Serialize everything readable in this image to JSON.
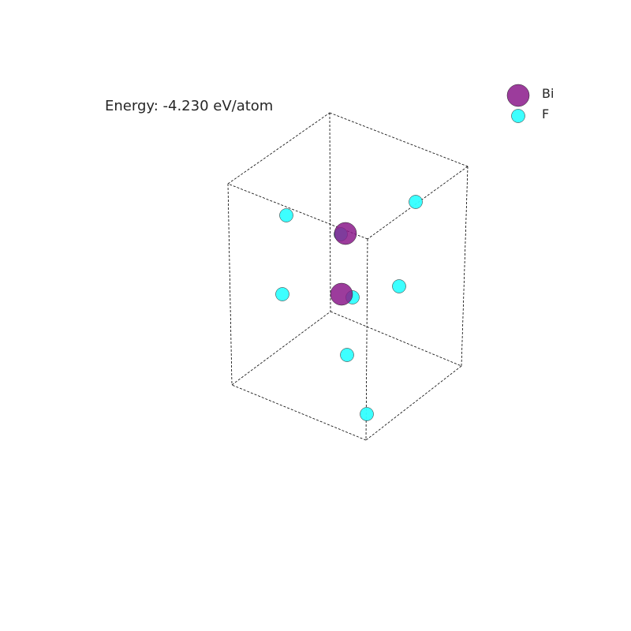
{
  "energy_text": "Energy: -4.230 eV/atom",
  "legend": [
    {
      "element": "Bi",
      "color": "#8b1a8b"
    },
    {
      "element": "F",
      "color": "#33ffff"
    }
  ],
  "structure": {
    "elements": [
      "Bi",
      "Bi",
      "F",
      "F",
      "F",
      "F",
      "F",
      "F",
      "F",
      "F"
    ],
    "atom_colors": {
      "Bi": "#8b1a8b",
      "F": "#33ffff"
    },
    "cell_line_style": "dashed"
  }
}
